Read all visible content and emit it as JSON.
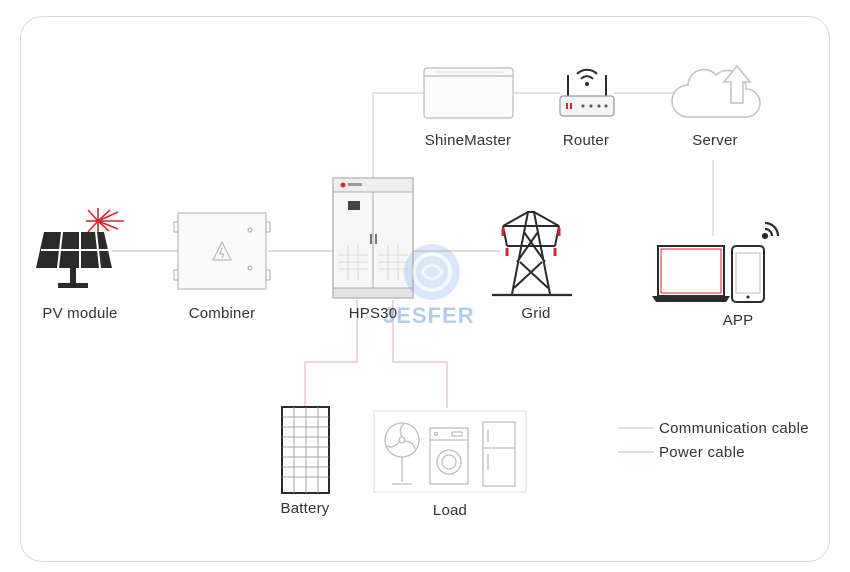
{
  "nodes": {
    "pv_module": "PV module",
    "combiner": "Combiner",
    "hps30": "HPS30",
    "grid": "Grid",
    "shinemaster": "ShineMaster",
    "router": "Router",
    "server": "Server",
    "app": "APP",
    "battery": "Battery",
    "load": "Load"
  },
  "legend": {
    "communication": "Communication cable",
    "power": "Power cable"
  },
  "watermark": "JESFER",
  "colors": {
    "communication_cable": "#d0d0d0",
    "power_cable": "#e8b9bd",
    "accent_red": "#d7262f",
    "icon_stroke": "#2b2b2b"
  }
}
